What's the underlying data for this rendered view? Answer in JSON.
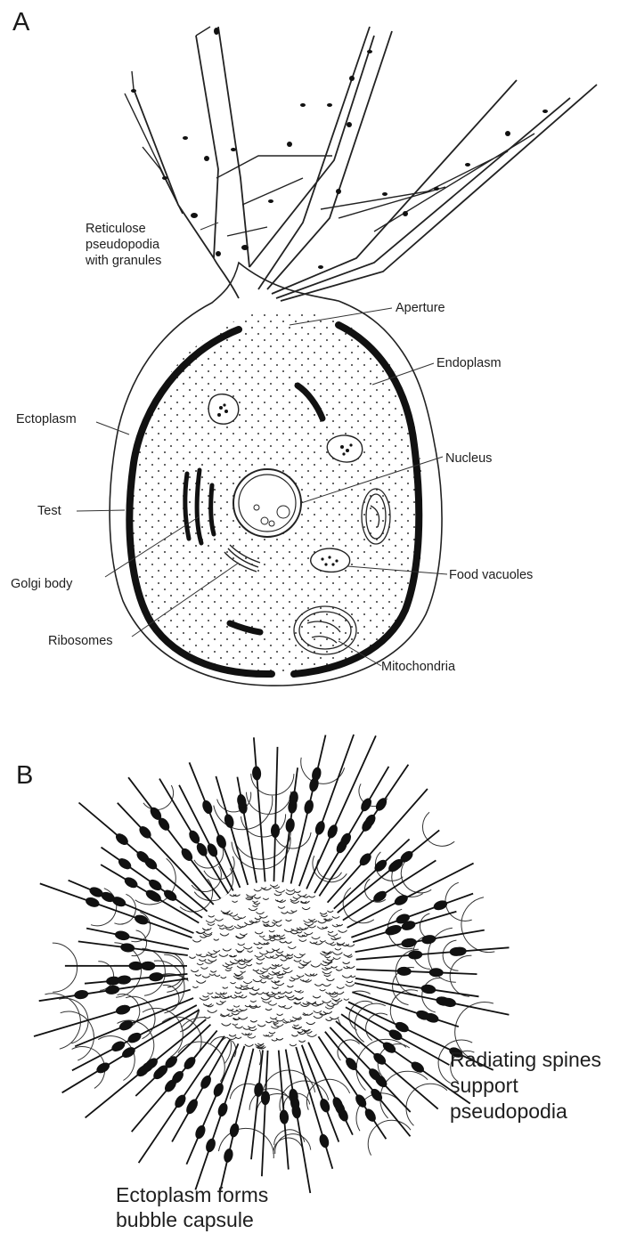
{
  "panels": [
    {
      "letter": "A"
    },
    {
      "letter": "B"
    }
  ],
  "panel_a_labels": {
    "pseudopodia": "Reticulose\npseudopodia\nwith granules",
    "aperture": "Aperture",
    "endoplasm": "Endoplasm",
    "ectoplasm": "Ectoplasm",
    "nucleus": "Nucleus",
    "test": "Test",
    "golgi": "Golgi body",
    "food_vacuoles": "Food vacuoles",
    "ribosomes": "Ribosomes",
    "mitochondria": "Mitochondria"
  },
  "panel_b_labels": {
    "spines": "Radiating spines\nsupport\npseudopodia",
    "ectoplasm_capsule": "Ectoplasm forms\nbubble capsule"
  }
}
